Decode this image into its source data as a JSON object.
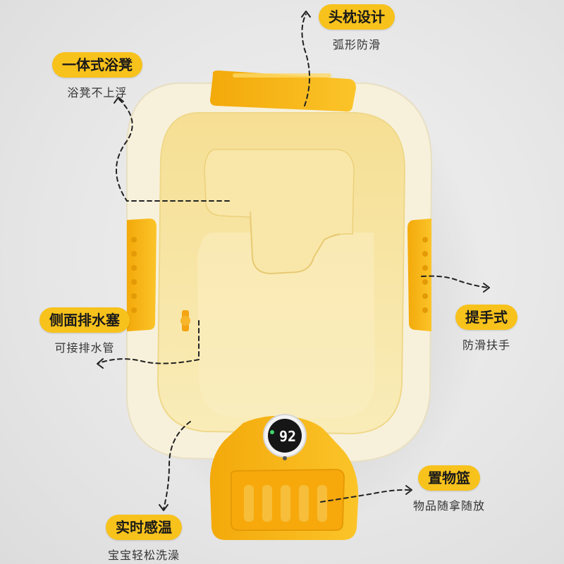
{
  "callouts": {
    "headrest": {
      "title": "头枕设计",
      "subtitle": "弧形防滑"
    },
    "seat": {
      "title": "一体式浴凳",
      "subtitle": "浴凳不上浮"
    },
    "drain": {
      "title": "侧面排水塞",
      "subtitle": "可接排水管"
    },
    "handle": {
      "title": "提手式",
      "subtitle": "防滑扶手"
    },
    "basket": {
      "title": "置物篮",
      "subtitle": "物品随拿随放"
    },
    "thermometer": {
      "title": "实时感温",
      "subtitle": "宝宝轻松洗澡"
    }
  },
  "thermometer_display": {
    "value": "92"
  },
  "colors": {
    "accent": "#f8c21c",
    "tub_shell": "#f7f1dc",
    "tub_inner": "#f7e6a6",
    "handle": "#f6b40f"
  }
}
